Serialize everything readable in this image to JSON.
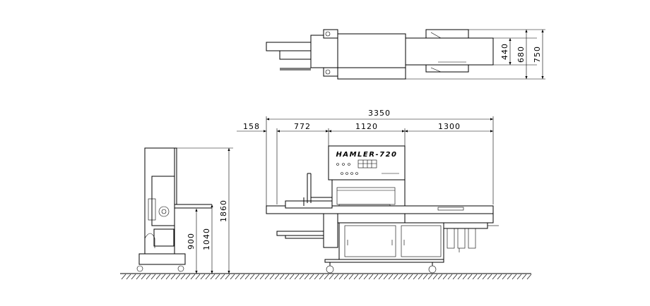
{
  "dimensions": {
    "total_length": "3350",
    "segment_1": "158",
    "segment_2": "772",
    "segment_3": "1120",
    "segment_4": "1300",
    "height_1860": "1860",
    "height_1040": "1040",
    "height_900": "900",
    "width_440": "440",
    "width_680": "680",
    "width_750": "750"
  },
  "machine": {
    "model_label": "HAMLER-720"
  },
  "colors": {
    "line": "#000000",
    "background": "#ffffff"
  }
}
